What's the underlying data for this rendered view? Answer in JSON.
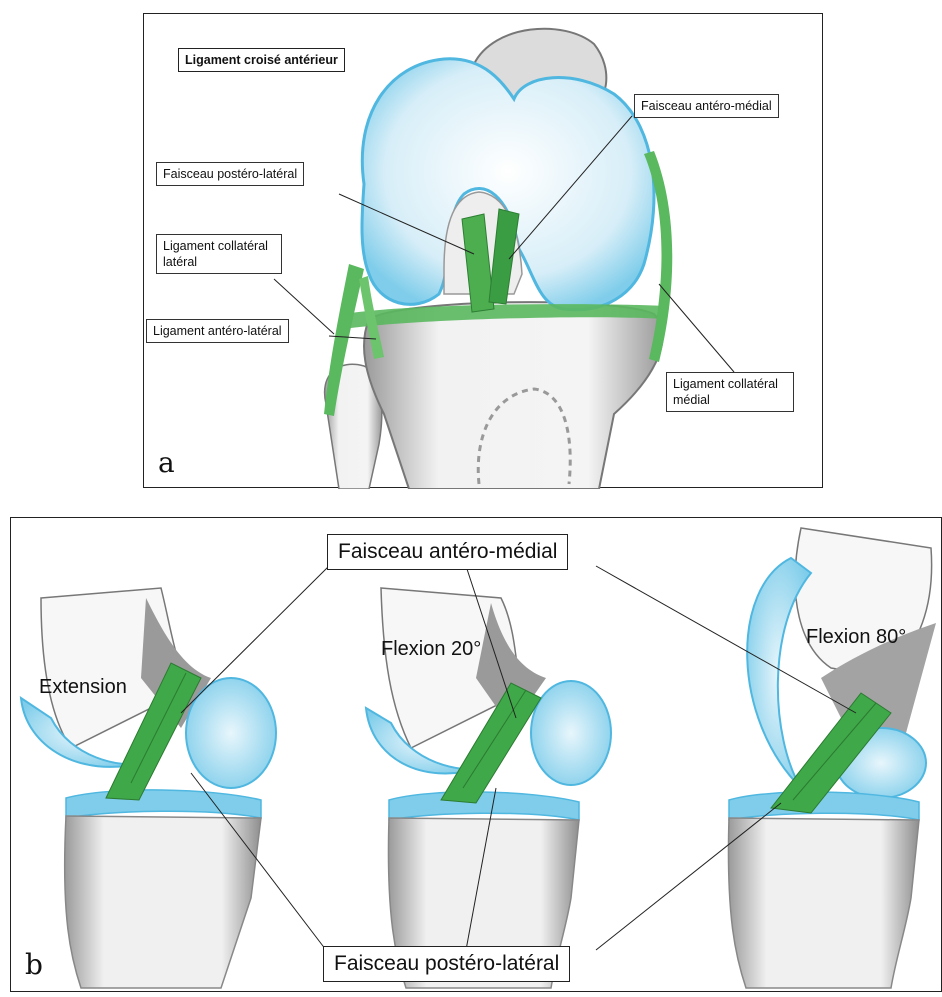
{
  "panel_a": {
    "letter": "a",
    "title": "Ligament croisé antérieur",
    "labels": {
      "anteromedial": "Faisceau antéro-médial",
      "posterolateral": "Faisceau postéro-latéral",
      "lcl_line1": "Ligament collatéral",
      "lcl_line2": "latéral",
      "anterolateral": "Ligament antéro-latéral",
      "mcl_line1": "Ligament collatéral",
      "mcl_line2": "médial"
    }
  },
  "panel_b": {
    "letter": "b",
    "top_label": "Faisceau antéro-médial",
    "bottom_label": "Faisceau postéro-latéral",
    "stages": [
      "Extension",
      "Flexion 20°",
      "Flexion 80°"
    ]
  },
  "colors": {
    "cartilage": "#bfe3f2",
    "cartilage_edge": "#5cc0e6",
    "ligament": "#3fa848",
    "bone_shadow": "#8a8a8a"
  }
}
